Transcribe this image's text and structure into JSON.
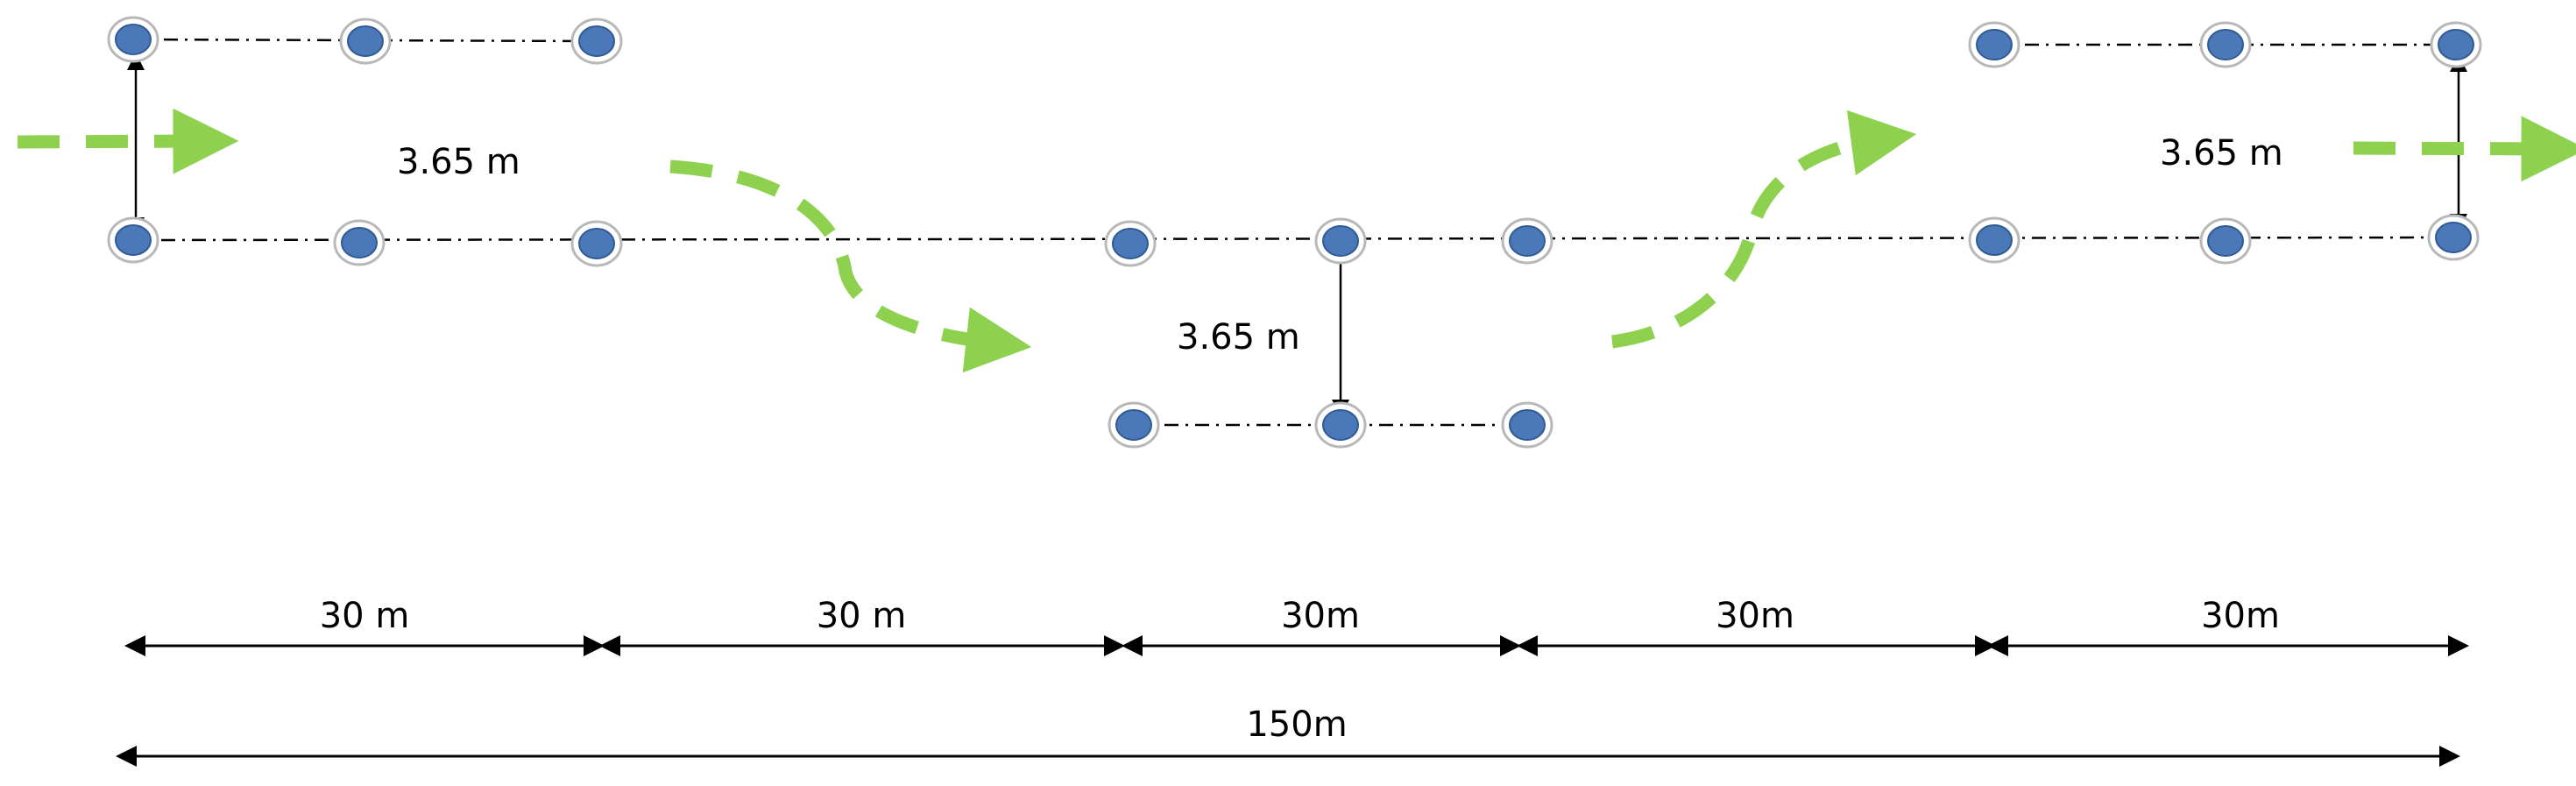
{
  "labels": {
    "lateral_offset_left": "3.65 m",
    "lateral_offset_center": "3.65 m",
    "lateral_offset_right": "3.65 m",
    "segment_1": "30 m",
    "segment_2": "30 m",
    "segment_3": "30m",
    "segment_4": "30m",
    "segment_5": "30m",
    "total_length": "150m"
  },
  "colors": {
    "marker_fill": "#4a78b8",
    "marker_stroke": "#2f5a92",
    "marker_ring": "#b8b8b8",
    "path_arrow": "#8ed14f",
    "line": "#000000"
  }
}
